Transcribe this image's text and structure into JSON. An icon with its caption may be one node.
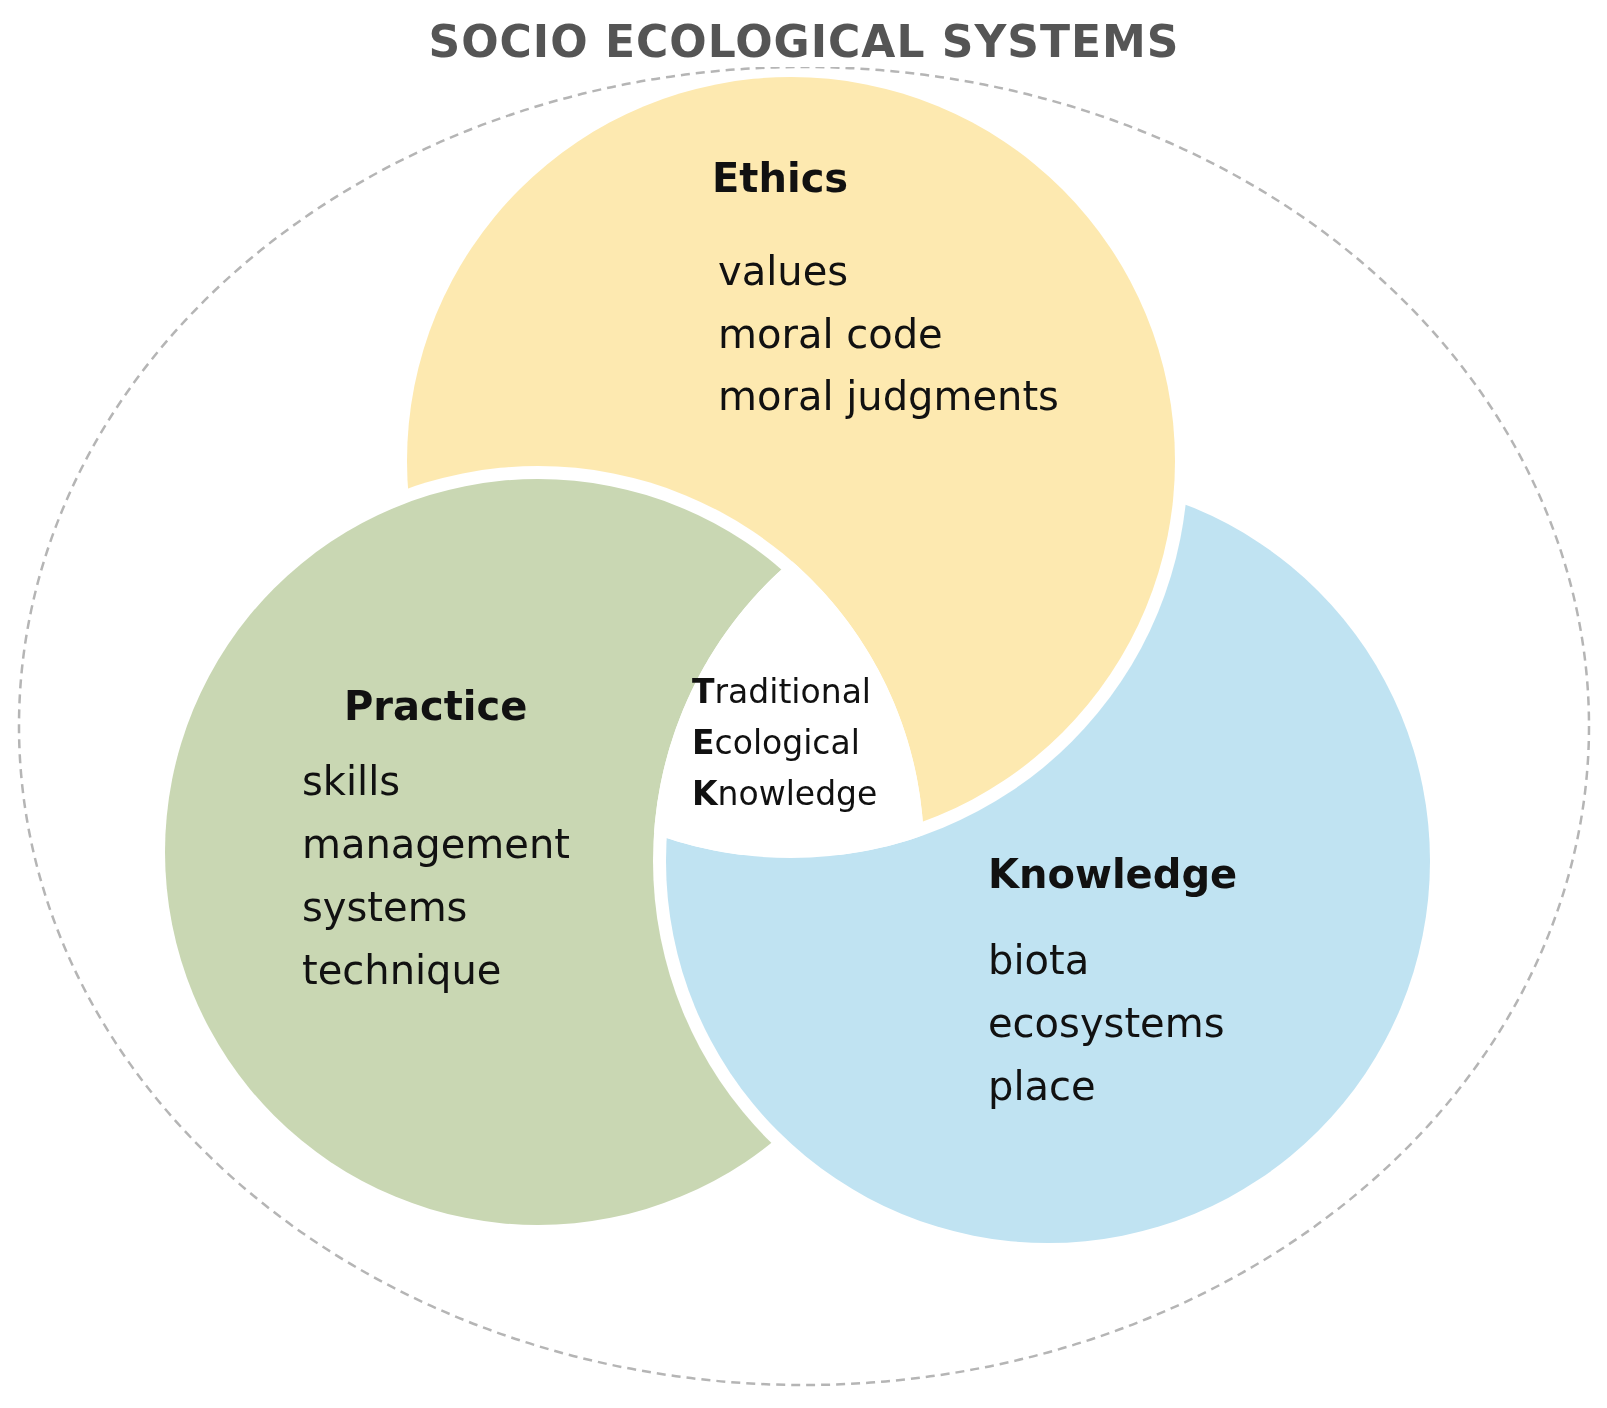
{
  "diagram": {
    "nodes": [
      {
        "text": [
          "SOCIO ECOLOGICAL SYSTEMS"
        ]
      },
      {
        "text": [
          "Ethics",
          "values",
          "moral code",
          "moral judgments"
        ],
        "in": 0
      },
      {
        "text": [
          "Practice",
          "skills",
          "management",
          "systems",
          "technique"
        ],
        "in": 0
      },
      {
        "text": [
          "**T**raditional **E**cological **K**nowledge"
        ]
      },
      {
        "text": [
          "Knowledge",
          "biota",
          "ecosystems",
          "place"
        ],
        "in": 0
      }
    ]
  }
}
